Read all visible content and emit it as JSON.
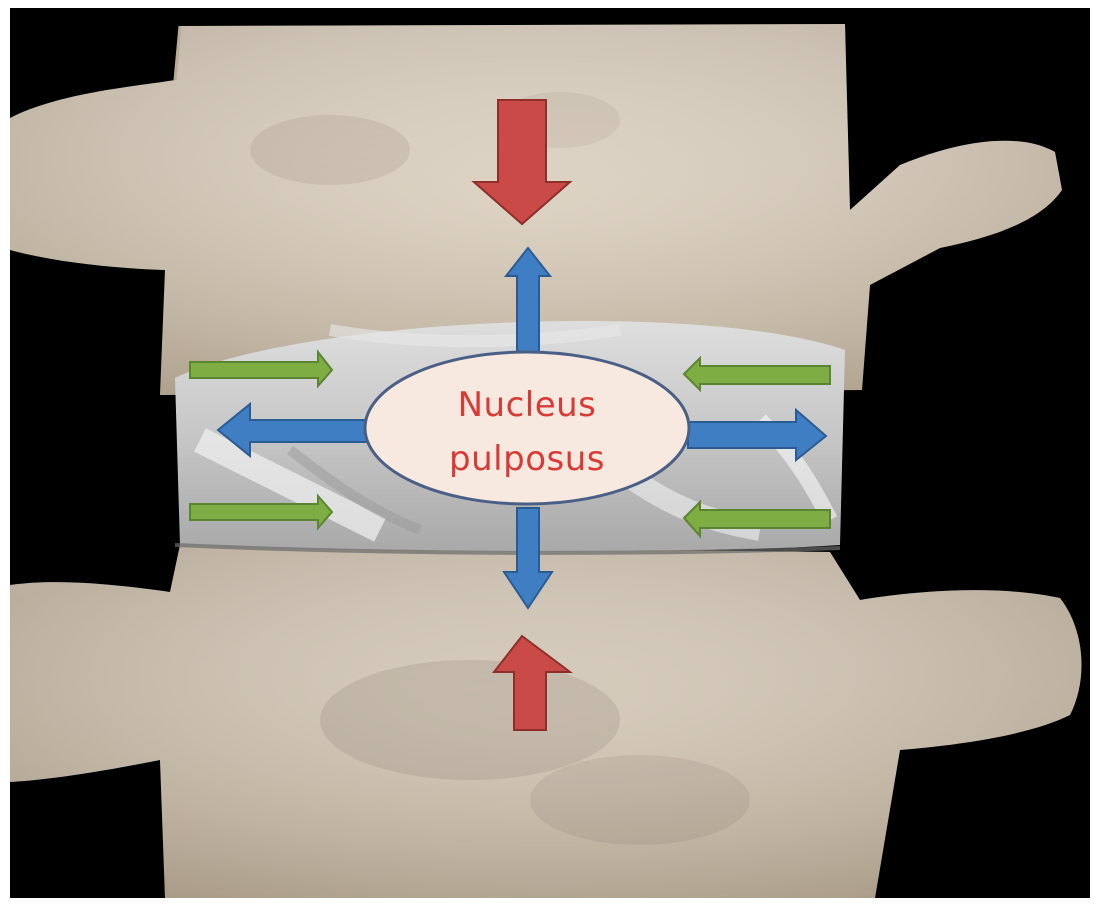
{
  "diagram": {
    "label_line1": "Nucleus",
    "label_line2": "pulposus",
    "colors": {
      "background": "#000000",
      "bone": "#d9cdbb",
      "disc": "#cfcfcf",
      "nucleus_fill": "#f8e9e0",
      "nucleus_stroke": "#4a5f86",
      "label_text": "#d93a36",
      "compression_arrow": "#c94a47",
      "pressure_arrow": "#3f7ec3",
      "annulus_arrow": "#7dad43"
    },
    "arrows": {
      "compression": [
        "compression-arrow-top",
        "compression-arrow-bottom"
      ],
      "pressure": [
        "pressure-arrow-up",
        "pressure-arrow-down",
        "pressure-arrow-left",
        "pressure-arrow-right"
      ],
      "annulus": [
        "annulus-arrow-upper-left",
        "annulus-arrow-lower-left",
        "annulus-arrow-upper-right",
        "annulus-arrow-lower-right"
      ]
    }
  }
}
